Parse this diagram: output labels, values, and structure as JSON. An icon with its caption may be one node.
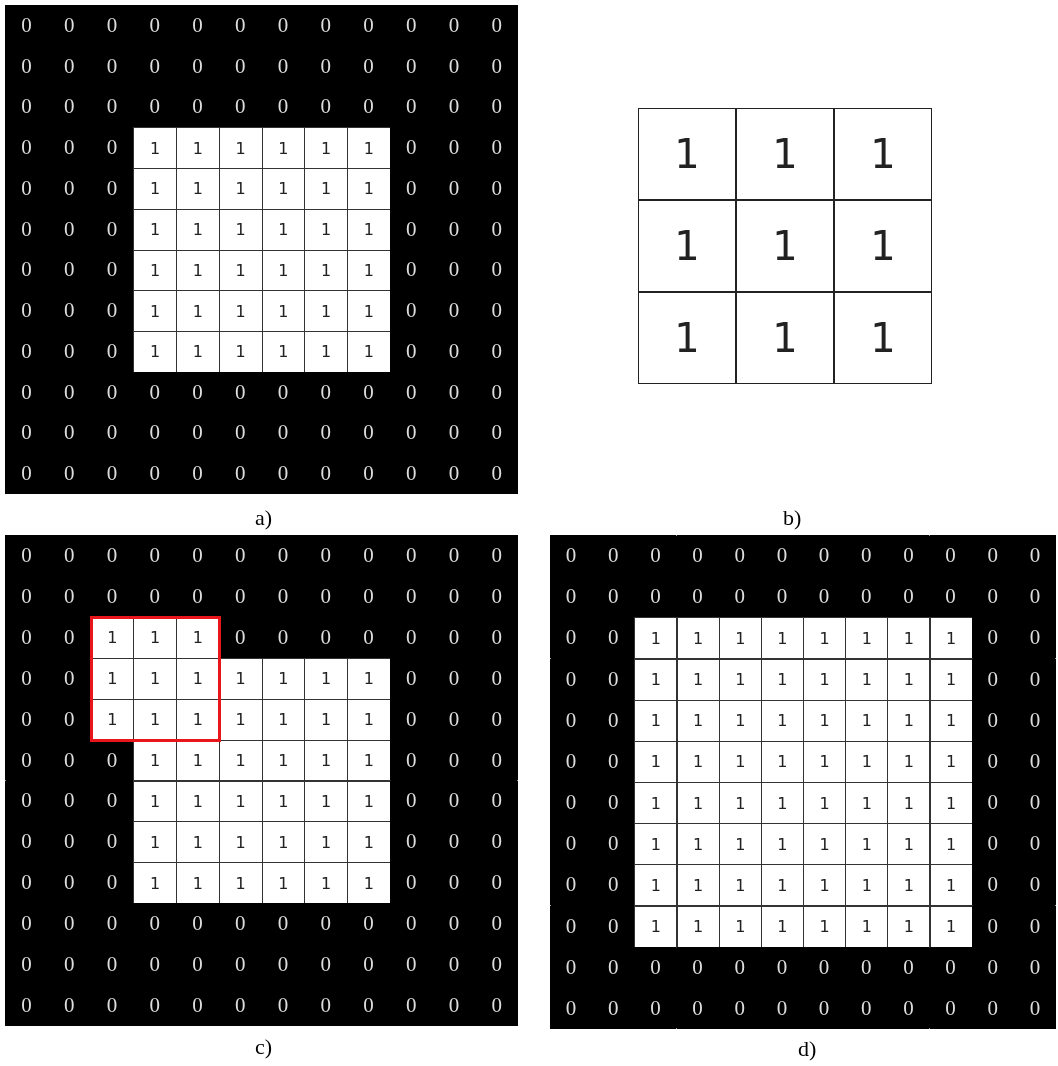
{
  "diagram": {
    "labels": [
      "0",
      "0",
      "0",
      "0",
      "0",
      "0",
      "0",
      "0",
      "0",
      "0",
      "0",
      "0",
      "0",
      "0",
      "0",
      "0",
      "0",
      "0",
      "0",
      "0",
      "0",
      "0",
      "0",
      "0",
      "0",
      "0",
      "0",
      "0",
      "0",
      "0",
      "0",
      "0",
      "0",
      "0",
      "0",
      "0",
      "0",
      "0",
      "0",
      "1",
      "1",
      "1",
      "1",
      "1",
      "1",
      "0",
      "0",
      "0",
      "0",
      "0",
      "0",
      "1",
      "1",
      "1",
      "1",
      "1",
      "1",
      "0",
      "0",
      "0",
      "0",
      "0",
      "0",
      "1",
      "1",
      "1",
      "1",
      "1",
      "1",
      "0",
      "0",
      "0",
      "0",
      "0",
      "0",
      "1",
      "1",
      "1",
      "1",
      "1",
      "1",
      "0",
      "0",
      "0",
      "0",
      "0",
      "0",
      "1",
      "1",
      "1",
      "1",
      "1",
      "1",
      "0",
      "0",
      "0",
      "0",
      "0",
      "0",
      "1",
      "1",
      "1",
      "1",
      "1",
      "1",
      "0",
      "0",
      "0",
      "0",
      "0",
      "0",
      "0",
      "0",
      "0",
      "0",
      "0",
      "0",
      "0",
      "0",
      "0",
      "0",
      "0",
      "0",
      "0",
      "0",
      "0",
      "0",
      "0",
      "0",
      "0",
      "0",
      "0",
      "0",
      "0",
      "0",
      "0",
      "0",
      "0",
      "0",
      "0",
      "0",
      "0",
      "0",
      "0",
      "1",
      "1",
      "1",
      "1",
      "1",
      "1",
      "1",
      "1",
      "1",
      "a)",
      "b)",
      "0",
      "0",
      "0",
      "0",
      "0",
      "0",
      "0",
      "0",
      "0",
      "0",
      "0",
      "0",
      "0",
      "0",
      "0",
      "0",
      "0",
      "0",
      "0",
      "0",
      "0",
      "0",
      "0",
      "0",
      "0",
      "0",
      "1",
      "1",
      "1",
      "0",
      "0",
      "0",
      "0",
      "0",
      "0",
      "0",
      "0",
      "0",
      "1",
      "1",
      "1",
      "1",
      "1",
      "1",
      "1",
      "0",
      "0",
      "0",
      "0",
      "0",
      "1",
      "1",
      "1",
      "1",
      "1",
      "1",
      "1",
      "0",
      "0",
      "0",
      "0",
      "0",
      "0",
      "1",
      "1",
      "1",
      "1",
      "1",
      "1",
      "0",
      "0",
      "0",
      "0",
      "0",
      "0",
      "1",
      "1",
      "1",
      "1",
      "1",
      "1",
      "0",
      "0",
      "0",
      "0",
      "0",
      "0",
      "1",
      "1",
      "1",
      "1",
      "1",
      "1",
      "0",
      "0",
      "0",
      "0",
      "0",
      "0",
      "1",
      "1",
      "1",
      "1",
      "1",
      "1",
      "0",
      "0",
      "0",
      "0",
      "0",
      "0",
      "0",
      "0",
      "0",
      "0",
      "0",
      "0",
      "0",
      "0",
      "0",
      "0",
      "0",
      "0",
      "0",
      "0",
      "0",
      "0",
      "0",
      "0",
      "0",
      "0",
      "0",
      "0",
      "0",
      "0",
      "0",
      "0",
      "0",
      "0",
      "0",
      "0",
      "0",
      "0",
      "0",
      "0",
      "0",
      "0",
      "0",
      "0",
      "0",
      "0",
      "0",
      "0",
      "0",
      "0",
      "0",
      "0",
      "0",
      "0",
      "0",
      "0",
      "0",
      "0",
      "0",
      "0",
      "0",
      "0",
      "0",
      "0",
      "0",
      "1",
      "1",
      "1",
      "1",
      "1",
      "1",
      "1",
      "1",
      "0",
      "0",
      "0",
      "0",
      "1",
      "1",
      "1",
      "1",
      "1",
      "1",
      "1",
      "1",
      "0",
      "0",
      "0",
      "0",
      "1",
      "1",
      "1",
      "1",
      "1",
      "1",
      "1",
      "1",
      "0",
      "0",
      "0",
      "0",
      "1",
      "1",
      "1",
      "1",
      "1",
      "1",
      "1",
      "1",
      "0",
      "0",
      "0",
      "0",
      "1",
      "1",
      "1",
      "1",
      "1",
      "1",
      "1",
      "1",
      "0",
      "0",
      "0",
      "0",
      "1",
      "1",
      "1",
      "1",
      "1",
      "1",
      "1",
      "1",
      "0",
      "0",
      "0",
      "0",
      "1",
      "1",
      "1",
      "1",
      "1",
      "1",
      "1",
      "1",
      "0",
      "0",
      "0",
      "0",
      "1",
      "1",
      "1",
      "1",
      "1",
      "1",
      "1",
      "1",
      "0",
      "0",
      "0",
      "0",
      "0",
      "0",
      "0",
      "0",
      "0",
      "0",
      "0",
      "0",
      "0",
      "0",
      "0",
      "0",
      "0",
      "0",
      "0",
      "0",
      "0",
      "0",
      "0",
      "0",
      "0",
      "0",
      "c)",
      "d)"
    ]
  }
}
